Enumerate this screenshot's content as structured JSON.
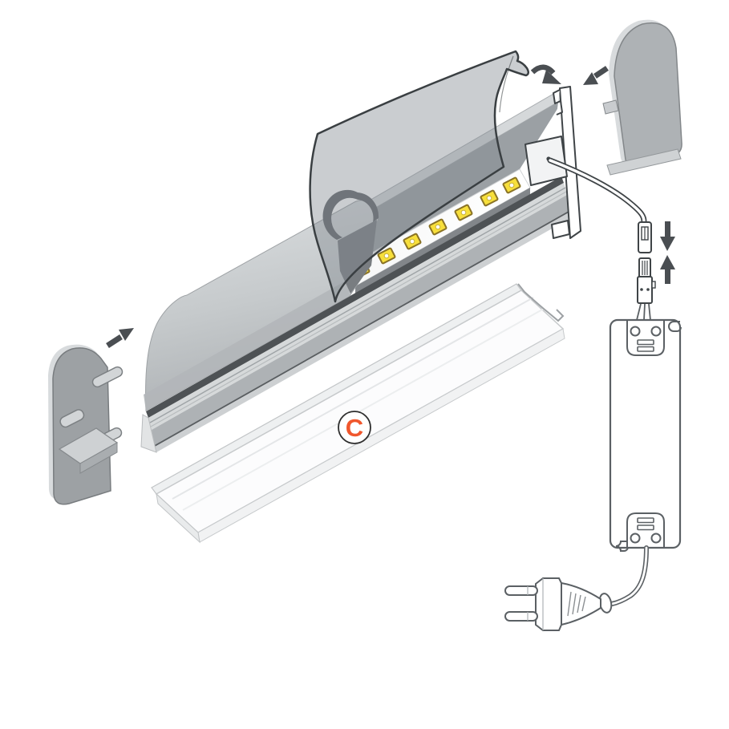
{
  "diagram": {
    "type": "led-profile-exploded-assembly-illustration",
    "badge": {
      "label": "C"
    },
    "parts": [
      {
        "id": "frosted-cover-sheet",
        "desc": "translucent snap-on diffuser cover rotated onto profile"
      },
      {
        "id": "aluminium-profile",
        "desc": "surface-mount LED aluminium profile channel"
      },
      {
        "id": "led-strip",
        "desc": "LED strip with seven visible yellow emitters",
        "led_count": 7
      },
      {
        "id": "installed-cover-section",
        "desc": "opaque grey cover section already installed"
      },
      {
        "id": "end-cap-left",
        "desc": "end cap with two fixing pins and locating block"
      },
      {
        "id": "end-cap-right",
        "desc": "blank rounded end cap"
      },
      {
        "id": "diffuser-c",
        "desc": "flat diffuser strip labelled C"
      },
      {
        "id": "strip-connector-pair",
        "desc": "male and female plug connectors joined per mating arrows"
      },
      {
        "id": "led-driver",
        "desc": "LED power supply with screw terminal blocks at both ends"
      },
      {
        "id": "power-plug",
        "desc": "two-pin mains plug with cord to driver"
      }
    ],
    "arrows": [
      {
        "id": "snap-rotation-arrow",
        "meaning": "rotate cover into profile"
      },
      {
        "id": "end-cap-right-arrow",
        "meaning": "push right end cap onto profile"
      },
      {
        "id": "end-cap-left-arrow",
        "meaning": "push left end cap onto profile"
      },
      {
        "id": "connector-mate-arrows",
        "meaning": "plug connectors together"
      }
    ],
    "colors": {
      "accent_label": "#F0572D",
      "badge_ring": "#2E2E2E",
      "led_yellow": "#F7DF3B",
      "led_pad_gold": "#8A7326",
      "outline_dark": "#3F4447",
      "arrow_gray": "#4A4E52",
      "driver_line_gray": "#5B6064",
      "aluminium_light": "#D6D9DB",
      "aluminium_mid": "#B4B8BB",
      "aluminium_dark": "#85898D",
      "shadow_dark": "#4E5255",
      "background": "#FFFFFF"
    }
  }
}
